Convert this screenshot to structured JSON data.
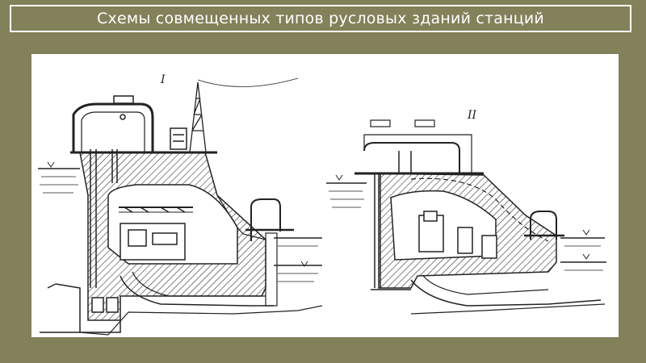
{
  "slide": {
    "title": "Схемы совмещенных типов русловых зданий станций"
  },
  "figure": {
    "label_left": "I",
    "label_right": "II"
  },
  "colors": {
    "background": "#83815a",
    "frame": "#ffffff",
    "ink": "#222222"
  }
}
